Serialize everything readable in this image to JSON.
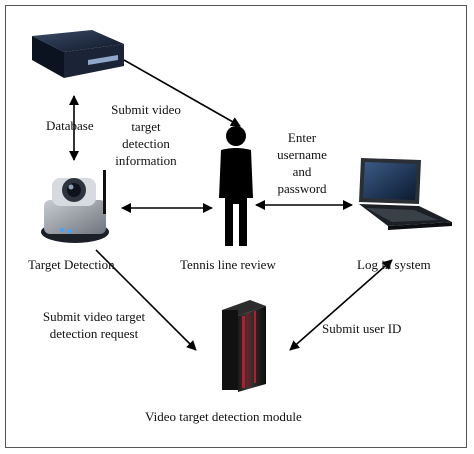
{
  "nodes": {
    "database": {
      "label": "Database",
      "icon": "database-server-icon"
    },
    "target_detection": {
      "label": "Target Detection",
      "icon": "security-camera-icon"
    },
    "tennis_line_review": {
      "label": "Tennis line review",
      "icon": "person-icon"
    },
    "login_system": {
      "label": "Log in system",
      "icon": "laptop-icon"
    },
    "video_module": {
      "label": "Video target detection module",
      "icon": "server-tower-icon"
    }
  },
  "edges": {
    "database_to_person": {
      "label": "Submit video\ntarget\ndetection\ninformation"
    },
    "person_login": {
      "label": "Enter\nusername\nand\npassword"
    },
    "camera_to_module": {
      "label": "Submit video target\ndetection request"
    },
    "login_to_module": {
      "label": "Submit user ID"
    }
  },
  "colors": {
    "line": "#000000",
    "device_dark": "#1c2533",
    "server_red": "#c0182a"
  }
}
